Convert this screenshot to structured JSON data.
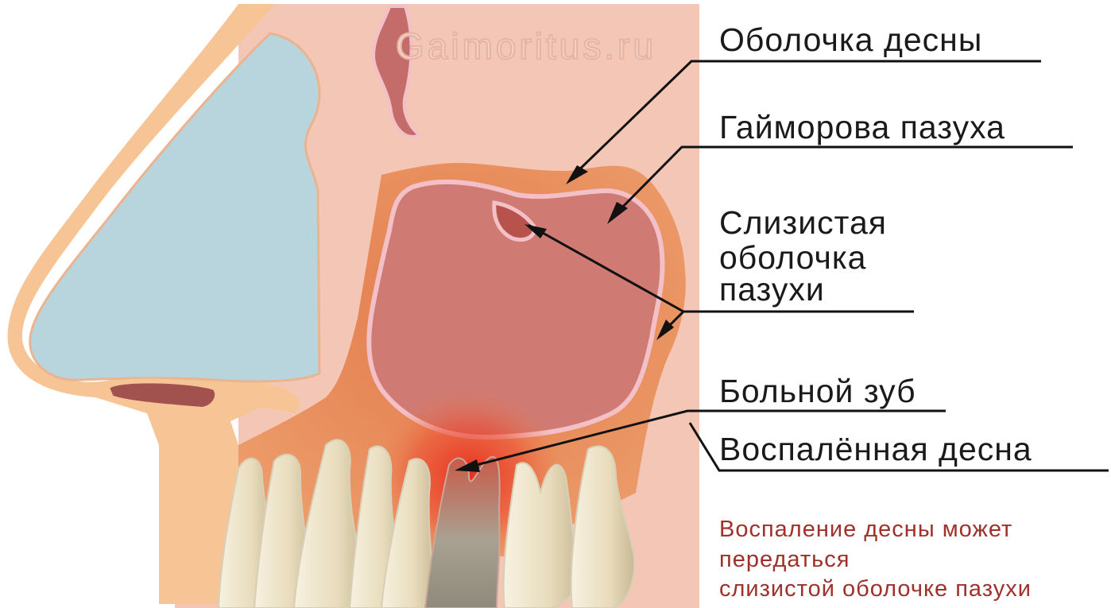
{
  "watermark": "Gaimoritus.ru",
  "labels": {
    "gum_membrane": "Оболочка десны",
    "maxillary_sinus": "Гайморова пазуха",
    "sinus_mucosa_line1": "Слизистая",
    "sinus_mucosa_line2": "оболочка",
    "sinus_mucosa_line3": "пазухи",
    "diseased_tooth": "Больной зуб",
    "inflamed_gum": "Воспалённая десна"
  },
  "note": {
    "line1": "Воспаление десны может",
    "line2": "передаться",
    "line3": "слизистой оболочке пазухи",
    "color": "#a0302a"
  },
  "colors": {
    "skin": "#f4c6b6",
    "bone": "#f7c595",
    "nasal_cavity": "#b8d5de",
    "gum": "#e9915a",
    "sinus": "#cf7a72",
    "mucosa": "#f2c0c6",
    "tooth": "#efe6cf",
    "inflammation": "#e43a2a"
  }
}
